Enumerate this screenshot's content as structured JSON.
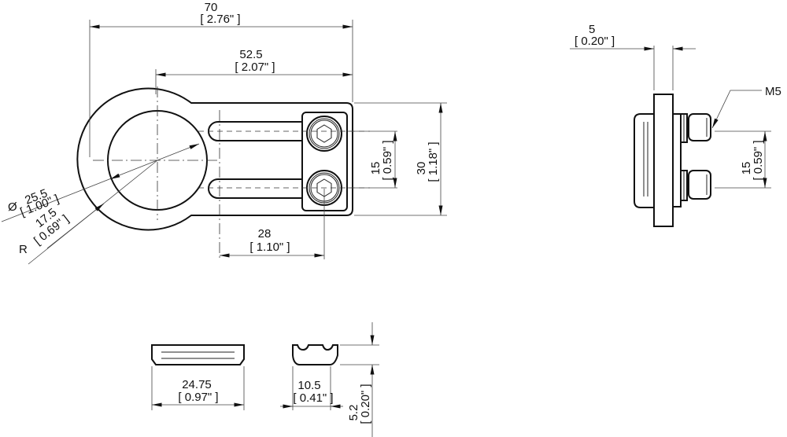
{
  "drawing": {
    "type": "engineering-dimension-drawing",
    "units": {
      "primary": "mm",
      "secondary": "inch"
    },
    "front_view": {
      "overall_width": {
        "value": "70",
        "inch": "[ 2.76\" ]"
      },
      "slot_length": {
        "value": "52.5",
        "inch": "[ 2.07\" ]"
      },
      "bore_diameter": {
        "prefix": "Ø",
        "value": "25.5",
        "inch": "[ 1.00\" ]"
      },
      "outer_radius": {
        "prefix": "R",
        "value": "17.5",
        "inch": "[ 0.69\" ]"
      },
      "screw_spacing": {
        "value": "15",
        "inch": "[ 0.59\" ]"
      },
      "overall_height": {
        "value": "30",
        "inch": "[ 1.18\" ]"
      },
      "center_to_screw": {
        "value": "28",
        "inch": "[ 1.10\" ]"
      }
    },
    "side_view": {
      "thickness": {
        "value": "5",
        "inch": "[ 0.20\" ]"
      },
      "thread_label": "M5",
      "screw_spacing": {
        "value": "15",
        "inch": "[ 0.59\" ]"
      }
    },
    "clamp_block_top": {
      "length": {
        "value": "24.75",
        "inch": "[ 0.97\" ]"
      }
    },
    "clamp_block_end": {
      "width": {
        "value": "10.5",
        "inch": "[ 0.41\" ]"
      },
      "height": {
        "value": "5.2",
        "inch": "[ 0.20\" ]"
      }
    }
  }
}
